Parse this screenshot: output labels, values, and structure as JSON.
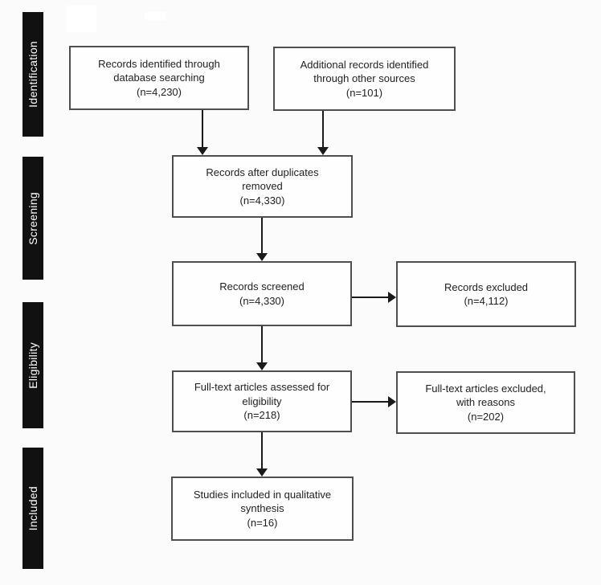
{
  "sidebar": {
    "stages": [
      {
        "label": "Identification"
      },
      {
        "label": "Screening"
      },
      {
        "label": "Eligibility"
      },
      {
        "label": "Included"
      }
    ]
  },
  "flow": {
    "boxes": {
      "identified": {
        "lines": [
          "Records identified through",
          "database searching",
          "(n=4,230)"
        ]
      },
      "additional": {
        "lines": [
          "Additional records identified",
          "through other sources",
          "(n=101)"
        ]
      },
      "deduplicated": {
        "lines": [
          "Records after duplicates",
          "removed",
          "(n=4,330)"
        ]
      },
      "screened": {
        "lines": [
          "Records screened",
          "(n=4,330)"
        ]
      },
      "records_excluded": {
        "lines": [
          "Records excluded",
          "(n=4,112)"
        ]
      },
      "fulltext_assessed": {
        "lines": [
          "Full-text articles assessed for",
          "eligibility",
          "(n=218)"
        ]
      },
      "fulltext_excluded": {
        "lines": [
          "Full-text articles excluded,",
          "with reasons",
          "(n=202)"
        ]
      },
      "included_studies": {
        "lines": [
          "Studies included in qualitative",
          "synthesis",
          "(n=16)"
        ]
      }
    }
  },
  "colors": {
    "background": "#fbfbfb",
    "box_fill": "#fefefe",
    "box_border": "#4f4f4f",
    "box_text": "#1f1f1f",
    "arrow": "#1a1a1a",
    "stage_bar": "#111111",
    "stage_text": "#ffffff"
  }
}
